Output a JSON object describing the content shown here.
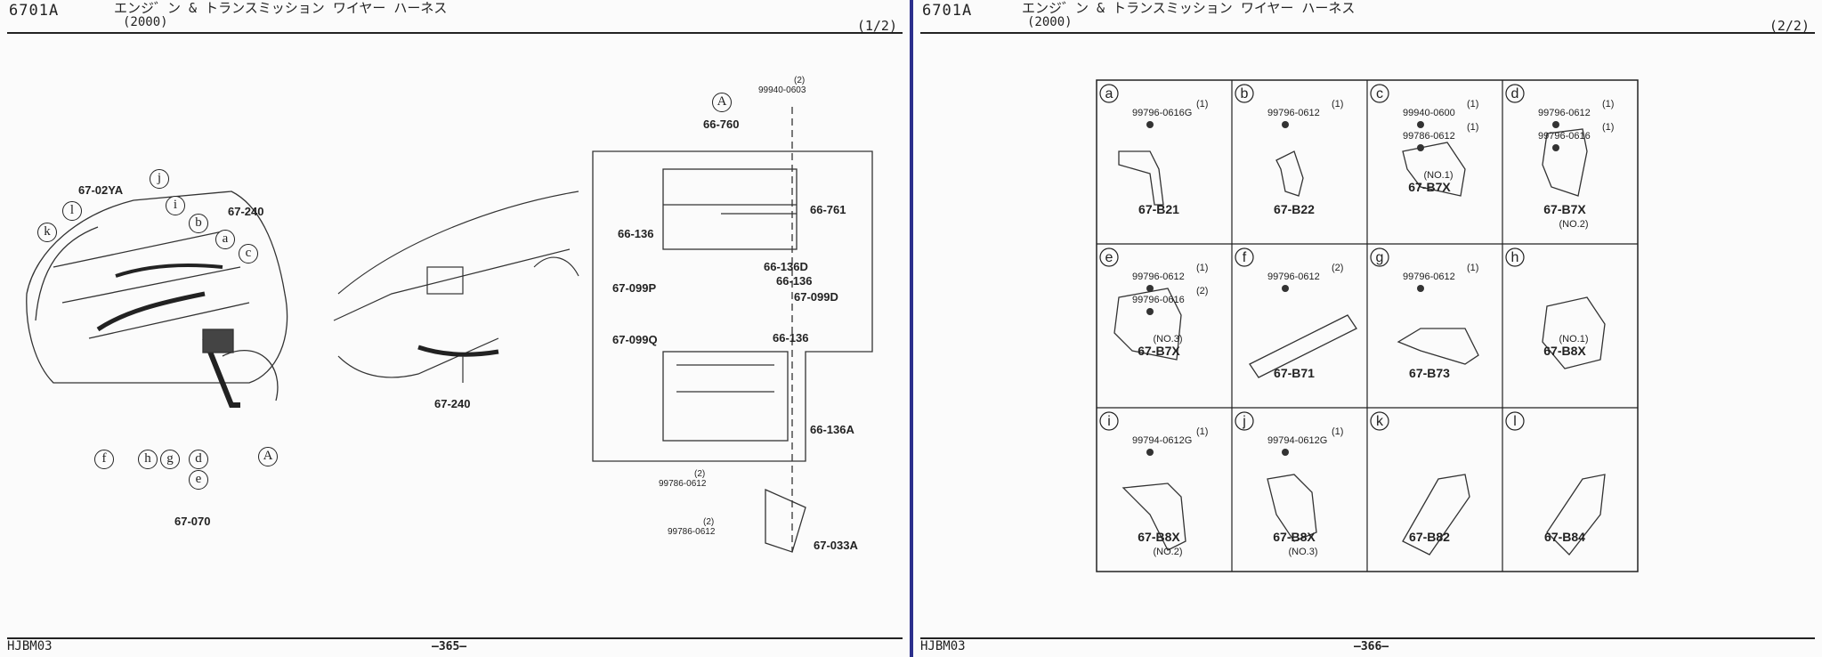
{
  "page_left": {
    "header_code": "6701A",
    "header_title": "エンジ゛ン & トランスミッション ワイヤー ハーネス",
    "header_sub": "(2000)",
    "page_indicator": "(1/2)",
    "footer_code": "HJBM03",
    "footer_page": "—365—",
    "engine_labels": [
      "67-02YA",
      "67-240",
      "67-070",
      "67-240"
    ],
    "callout_letters": [
      "j",
      "i",
      "l",
      "k",
      "b",
      "a",
      "c",
      "f",
      "h",
      "g",
      "d",
      "e",
      "A"
    ],
    "fuse_box": {
      "callout": "A",
      "parts": [
        "66-760",
        "66-761",
        "66-136",
        "66-136D",
        "66-136",
        "67-099P",
        "67-099D",
        "67-099Q",
        "66-136",
        "66-136A",
        "67-033A"
      ],
      "bolts": [
        {
          "part": "99940-0603",
          "qty": "(2)"
        },
        {
          "part": "99786-0612",
          "qty": "(2)"
        },
        {
          "part": "99786-0612",
          "qty": "(2)"
        }
      ]
    }
  },
  "page_right": {
    "header_code": "6701A",
    "header_title": "エンジ゛ン & トランスミッション ワイヤー ハーネス",
    "header_sub": "(2000)",
    "page_indicator": "(2/2)",
    "footer_code": "HJBM03",
    "footer_page": "—366—",
    "cells": [
      {
        "letter": "a",
        "bolts": [
          {
            "part": "99796-0616G",
            "qty": "(1)"
          }
        ],
        "parts": [
          "67-B21"
        ]
      },
      {
        "letter": "b",
        "bolts": [
          {
            "part": "99796-0612",
            "qty": "(1)"
          }
        ],
        "parts": [
          "67-B22"
        ]
      },
      {
        "letter": "c",
        "bolts": [
          {
            "part": "99940-0600",
            "qty": "(1)"
          },
          {
            "part": "99786-0612",
            "qty": "(1)"
          }
        ],
        "parts": [
          "(NO.1)",
          "67-B7X"
        ]
      },
      {
        "letter": "d",
        "bolts": [
          {
            "part": "99796-0612",
            "qty": "(1)"
          },
          {
            "part": "99796-0616",
            "qty": "(1)"
          }
        ],
        "parts": [
          "67-B7X",
          "(NO.2)"
        ]
      },
      {
        "letter": "e",
        "bolts": [
          {
            "part": "99796-0612",
            "qty": "(1)"
          },
          {
            "part": "99796-0616",
            "qty": "(2)"
          }
        ],
        "parts": [
          "(NO.3)",
          "67-B7X"
        ]
      },
      {
        "letter": "f",
        "bolts": [
          {
            "part": "99796-0612",
            "qty": "(2)"
          }
        ],
        "parts": [
          "67-B71"
        ]
      },
      {
        "letter": "g",
        "bolts": [
          {
            "part": "99796-0612",
            "qty": "(1)"
          }
        ],
        "parts": [
          "67-B73"
        ]
      },
      {
        "letter": "h",
        "bolts": [],
        "parts": [
          "(NO.1)",
          "67-B8X"
        ]
      },
      {
        "letter": "i",
        "bolts": [
          {
            "part": "99794-0612G",
            "qty": "(1)"
          }
        ],
        "parts": [
          "67-B8X",
          "(NO.2)"
        ]
      },
      {
        "letter": "j",
        "bolts": [
          {
            "part": "99794-0612G",
            "qty": "(1)"
          }
        ],
        "parts": [
          "67-B8X",
          "(NO.3)"
        ]
      },
      {
        "letter": "k",
        "bolts": [],
        "parts": [
          "67-B82"
        ]
      },
      {
        "letter": "l",
        "bolts": [],
        "parts": [
          "67-B84"
        ]
      }
    ]
  }
}
